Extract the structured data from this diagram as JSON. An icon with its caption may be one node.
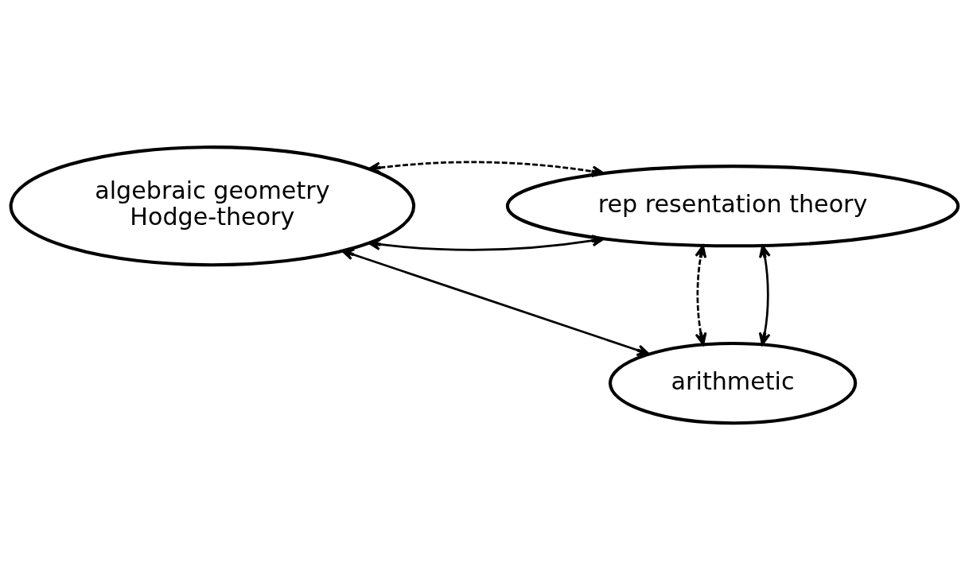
{
  "diagram": {
    "nodes": [
      {
        "text": [
          "algebraic geometry",
          "Hodge-theory"
        ]
      },
      {
        "text": [
          "rep resentation theory"
        ]
      },
      {
        "text": [
          "arithmetic"
        ]
      }
    ],
    "edges": [
      {
        "from": 0,
        "to": 1,
        "arrow": "both"
      },
      {
        "from": 0,
        "to": 1,
        "arrow": "both",
        "style": "dashed"
      },
      {
        "from": 0,
        "to": 2,
        "arrow": "both"
      },
      {
        "from": 2,
        "to": 1,
        "arrow": "both",
        "style": "dashed"
      },
      {
        "from": 2,
        "to": 1,
        "arrow": "both"
      }
    ]
  }
}
